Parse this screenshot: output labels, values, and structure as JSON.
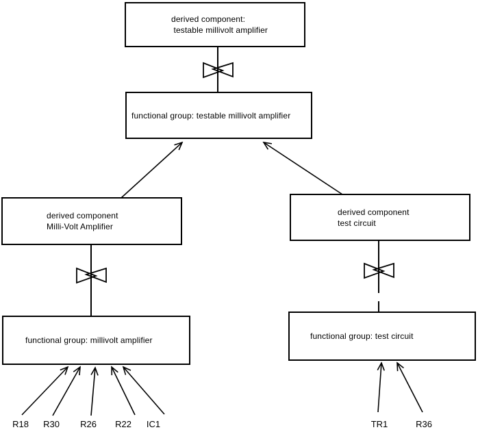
{
  "diagram": {
    "background_color": "#ffffff",
    "line_color": "#000000",
    "text_color": "#000000",
    "nodes": {
      "derived_testable": {
        "line1": "derived component:",
        "line2": " testable millivolt amplifier"
      },
      "fg_testable": {
        "line1": "functional group: testable millivolt amplifier"
      },
      "derived_mv": {
        "line1": "derived component",
        "line2": "Milli-Volt Amplifier"
      },
      "derived_tc": {
        "line1": "derived component",
        "line2": "test circuit"
      },
      "fg_mv": {
        "line1": "functional group: millivolt amplifier"
      },
      "fg_tc": {
        "line1": "functional group: test circuit"
      }
    },
    "leaf_labels": {
      "r18": "R18",
      "r30": "R30",
      "r26": "R26",
      "r22": "R22",
      "ic1": "IC1",
      "tr1": "TR1",
      "r36": "R36"
    },
    "icons": {
      "decomposition": {
        "name": "bowtie-icon",
        "glyph": "⋈"
      }
    },
    "connectors": [
      {
        "between": [
          "derived_testable",
          "fg_testable"
        ],
        "symbol": "bowtie"
      },
      {
        "between": [
          "derived_mv",
          "fg_mv"
        ],
        "symbol": "bowtie"
      },
      {
        "between": [
          "derived_tc",
          "fg_tc"
        ],
        "symbol": "bowtie"
      }
    ],
    "arrows": [
      {
        "from": "derived_mv",
        "to": "fg_testable"
      },
      {
        "from": "derived_tc",
        "to": "fg_testable"
      },
      {
        "from": "R18",
        "to": "fg_mv"
      },
      {
        "from": "R30",
        "to": "fg_mv"
      },
      {
        "from": "R26",
        "to": "fg_mv"
      },
      {
        "from": "R22",
        "to": "fg_mv"
      },
      {
        "from": "IC1",
        "to": "fg_mv"
      },
      {
        "from": "TR1",
        "to": "fg_tc"
      },
      {
        "from": "R36",
        "to": "fg_tc"
      }
    ]
  }
}
